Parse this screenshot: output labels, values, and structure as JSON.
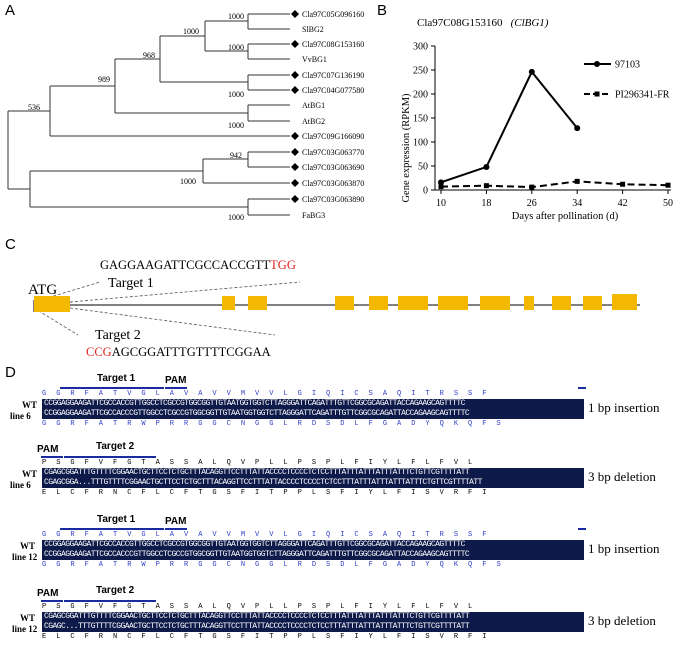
{
  "panels": {
    "A": "A",
    "B": "B",
    "C": "C",
    "D": "D"
  },
  "tree": {
    "leaves": [
      {
        "name": "Cla97C05G096160",
        "marked": true
      },
      {
        "name": "SlBG2",
        "marked": false
      },
      {
        "name": "Cla97C08G153160",
        "marked": true
      },
      {
        "name": "VvBG1",
        "marked": false
      },
      {
        "name": "Cla97C07G136190",
        "marked": true
      },
      {
        "name": "Cla97C04G077580",
        "marked": true
      },
      {
        "name": "AtBG1",
        "marked": false
      },
      {
        "name": "AtBG2",
        "marked": false
      },
      {
        "name": "Cla97C09G166090",
        "marked": true
      },
      {
        "name": "Cla97C03G063770",
        "marked": true
      },
      {
        "name": "Cla97C03G063690",
        "marked": true
      },
      {
        "name": "Cla97C03G063870",
        "marked": true
      },
      {
        "name": "Cla97C03G063890",
        "marked": true
      },
      {
        "name": "FaBG3",
        "marked": false
      }
    ],
    "bootstrap": [
      "1000",
      "1000",
      "1000",
      "968",
      "1000",
      "989",
      "1000",
      "536",
      "942",
      "1000",
      "1000"
    ]
  },
  "chart_data": {
    "type": "line",
    "title": "Cla97C08G153160",
    "title_italic": "(ClBG1)",
    "xlabel": "Days after pollination  (d)",
    "ylabel": "Gene expression (RPKM)",
    "x": [
      10,
      18,
      26,
      34,
      42,
      50
    ],
    "xlim": [
      10,
      50
    ],
    "ylim": [
      0,
      300
    ],
    "yticks": [
      0,
      50,
      100,
      150,
      200,
      250,
      300
    ],
    "legend_position": "right",
    "series": [
      {
        "name": "97103",
        "x": [
          10,
          18,
          26,
          34
        ],
        "values": [
          16,
          48,
          246,
          129
        ],
        "style": "solid",
        "marker": "circle"
      },
      {
        "name": "PI296341-FR",
        "x": [
          10,
          18,
          26,
          34,
          42,
          50
        ],
        "values": [
          7,
          9,
          6,
          18,
          12,
          10
        ],
        "style": "dashed",
        "marker": "square"
      }
    ]
  },
  "gene": {
    "atg": "ATG",
    "target1_label": "Target 1",
    "target1_seq": "GAGGAAGATTCGCCACCGTT",
    "target1_pam": "TGG",
    "target2_label": "Target 2",
    "target2_pam": "CCG",
    "target2_seq": "AGCGGATTTGTTTTCGGAA"
  },
  "alignments": [
    {
      "target": "Target 1",
      "pam": "PAM",
      "aa_top": "G G R F A T V G L A V A V V M V V L G I Q I C S A Q I T R S S F",
      "wt": "CCGGAGGAAGATTCGCCACCGTTGGCCTCGCCGTGGCGGTTGTAATGGTGGTCTTAGGGATTCAGATTTGTTCGGCGCAGATTACCAGAAGCAGTTTTC",
      "mut": "CCGGAGGAAGATTCGCCACCCGTTGGCCTCGCCGTGGCGGTTGTAATGGTGGTCTTAGGGATTCAGATTTGTTCGGCGCAGATTACCAGAAGCAGTTTTC",
      "aa_bottom": "G G R F A T R W P R R G G C N G G L R D S D L F G A D Y Q K Q F S",
      "wt_label": "WT",
      "line_label": "line 6",
      "note": "1 bp insertion"
    },
    {
      "target": "Target 2",
      "pam": "PAM",
      "aa_top": "P S G F V F G T A S S A L Q V P L L P S P L F I Y L F L F V L",
      "wt": "CGAGCGGATTTGTTTTCGGAACTGCTTCCTCTGCTTTACAGGTTCCTTTATTACCCCTCCCCTCTCCTTTATTTATTTATTTATTTCTGTTCGTTTTATT",
      "mut": "CGAGCGGA...TTTGTTTTCGGAACTGCTTCCTCTGCTTTACAGGTTCCTTTATTACCCCTCCCCTCTCCTTTATTTATTTATTTATTTCTGTTCGTTTTATT",
      "aa_bottom": "E L C F R N C F L C F T G S F I T P P L S F I Y L F I S V R F I",
      "wt_label": "WT",
      "line_label": "line 6",
      "note": "3 bp deletion"
    },
    {
      "target": "Target 1",
      "pam": "PAM",
      "aa_top": "G G R F A T V G L A V A V V M V V L G I Q I C S A Q I T R S S F",
      "wt": "CCGGAGGAAGATTCGCCACCGTTGGCCTCGCCGTGGCGGTTGTAATGGTGGTCTTAGGGATTCAGATTTGTTCGGCGCAGATTACCAGAAGCAGTTTTC",
      "mut": "CCGGAGGAAGATTCGCCACCCGTTGGCCTCGCCGTGGCGGTTGTAATGGTGGTCTTAGGGATTCAGATTTGTTCGGCGCAGATTACCAGAAGCAGTTTTC",
      "aa_bottom": "G G R F A T R W P R R G G C N G G L R D S D L F G A D Y Q K Q F S",
      "wt_label": "WT",
      "line_label": "line 12",
      "note": "1 bp insertion"
    },
    {
      "target": "Target 2",
      "pam": "PAM",
      "aa_top": "P S G F V F G T A S S A L Q V P L L P S P L F I Y L F L F V L",
      "wt": "CGAGCGGATTTGTTTTCGGAACTGCTTCCTCTGCTTTACAGGTTCCTTTATTACCCCTCCCCTCTCCTTTATTTATTTATTTATTTCTGTTCGTTTTATT",
      "mut": "CGAGC...TTTGTTTTCGGAACTGCTTCCTCTGCTTTACAGGTTCCTTTATTACCCCTCCCCTCTCCTTTATTTATTTATTTATTTCTGTTCGTTTTATT",
      "aa_bottom": "E L C F R N C F L C F T G S F I T P P L S F I Y L F I S V R F I",
      "wt_label": "WT",
      "line_label": "line 12",
      "note": "3 bp deletion"
    }
  ]
}
